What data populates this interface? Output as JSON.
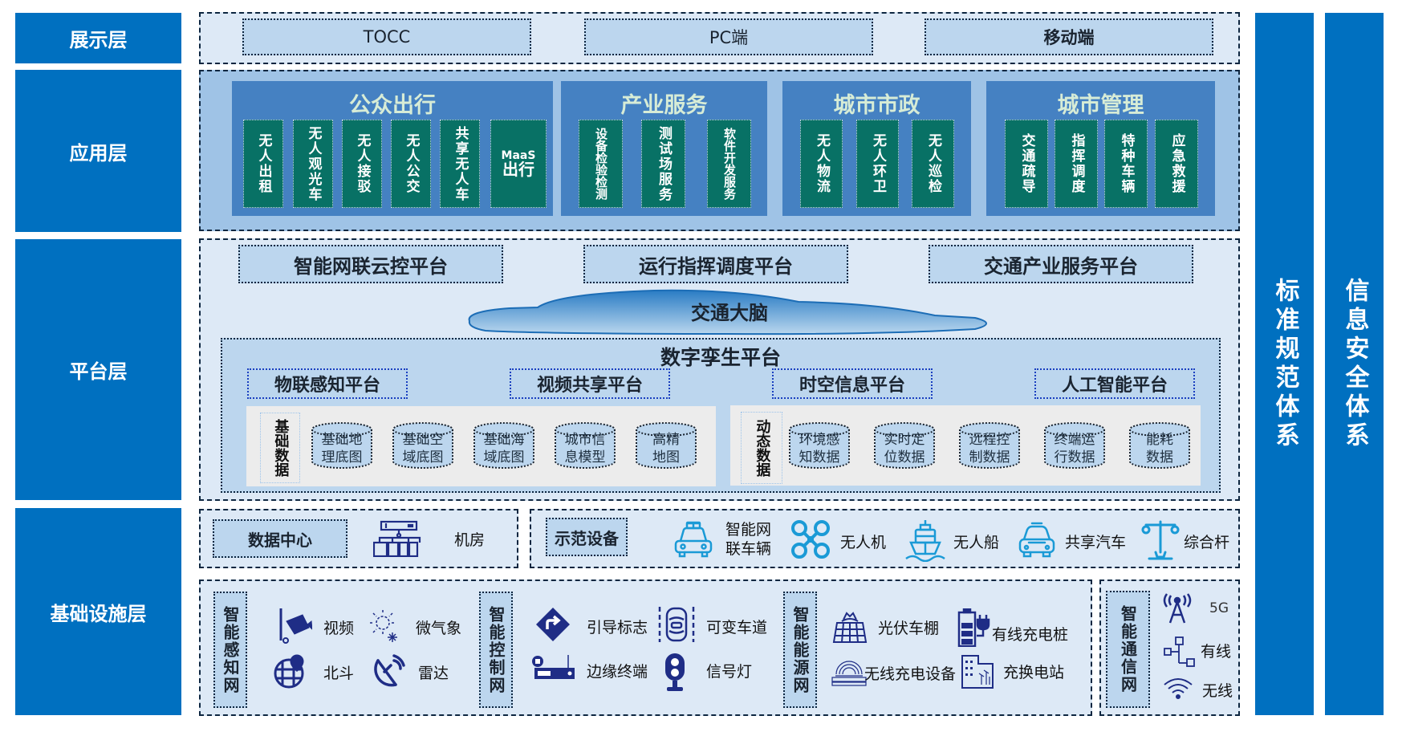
{
  "layers": {
    "presentation": "展示层",
    "application": "应用层",
    "platform": "平台层",
    "infrastructure": "基础设施层"
  },
  "presentation": {
    "items": [
      "TOCC",
      "PC端",
      "移动端"
    ]
  },
  "application": {
    "groups": [
      {
        "title": "公众出行",
        "items": [
          "无人出租",
          "无人观光车",
          "无人接驳",
          "无人公交",
          "共享无人车"
        ],
        "maas_top": "MaaS",
        "maas_bottom": "出行"
      },
      {
        "title": "产业服务",
        "items": [
          "设备检验检测",
          "测试场服务",
          "软件开发服务"
        ]
      },
      {
        "title": "城市市政",
        "items": [
          "无人物流",
          "无人环卫",
          "无人巡检"
        ]
      },
      {
        "title": "城市管理",
        "items": [
          "交通疏导",
          "指挥调度",
          "特种车辆",
          "应急救援"
        ]
      }
    ]
  },
  "platform": {
    "top_platforms": [
      "智能网联云控平台",
      "运行指挥调度平台",
      "交通产业服务平台"
    ],
    "brain": "交通大脑",
    "twin_title": "数字孪生平台",
    "sub_platforms": [
      "物联感知平台",
      "视频共享平台",
      "时空信息平台",
      "人工智能平台"
    ],
    "base_data": {
      "label": "基础数据",
      "items": [
        [
          "基础地",
          "理底图"
        ],
        [
          "基础空",
          "域底图"
        ],
        [
          "基础海",
          "域底图"
        ],
        [
          "城市信",
          "息模型"
        ],
        [
          "高精",
          "地图"
        ]
      ]
    },
    "dynamic_data": {
      "label": "动态数据",
      "items": [
        [
          "环境感",
          "知数据"
        ],
        [
          "实时定",
          "位数据"
        ],
        [
          "远程控",
          "制数据"
        ],
        [
          "终端运",
          "行数据"
        ],
        [
          "能耗",
          "数据"
        ]
      ]
    }
  },
  "infrastructure": {
    "data_center": {
      "label": "数据中心",
      "item": "机房"
    },
    "demo_devices": {
      "label": "示范设备",
      "items": [
        {
          "icon": "taxi-icon",
          "line1": "智能网",
          "line2": "联车辆"
        },
        {
          "icon": "drone-icon",
          "line1": "无人机"
        },
        {
          "icon": "ship-icon",
          "line1": "无人船"
        },
        {
          "icon": "shared-car-icon",
          "line1": "共享汽车"
        },
        {
          "icon": "smart-pole-icon",
          "line1": "综合杆"
        }
      ]
    },
    "sensing_net": {
      "label": "智能感知网",
      "items": [
        "视频",
        "微气象",
        "北斗",
        "雷达"
      ]
    },
    "control_net": {
      "label": "智能控制网",
      "items": [
        "引导标志",
        "可变车道",
        "边缘终端",
        "信号灯"
      ]
    },
    "energy_net": {
      "label": "智能能源网",
      "items": [
        "光伏车棚",
        "有线充电桩",
        "无线充电设备",
        "充换电站"
      ]
    },
    "comm_net": {
      "label": "智能通信网",
      "items": [
        "5G",
        "有线",
        "无线"
      ]
    }
  },
  "side_bars": [
    "标准规范体系",
    "信息安全体系"
  ],
  "colors": {
    "layer_blue": "#0070c0",
    "app_group": "#4581c2",
    "app_item": "#087165",
    "frame_light": "#dde9f6",
    "frame_mid": "#9fc3e6",
    "box_fill": "#bcd6ee",
    "icon_navy": "#1f2d86",
    "icon_cyan": "#1a9ad6"
  }
}
